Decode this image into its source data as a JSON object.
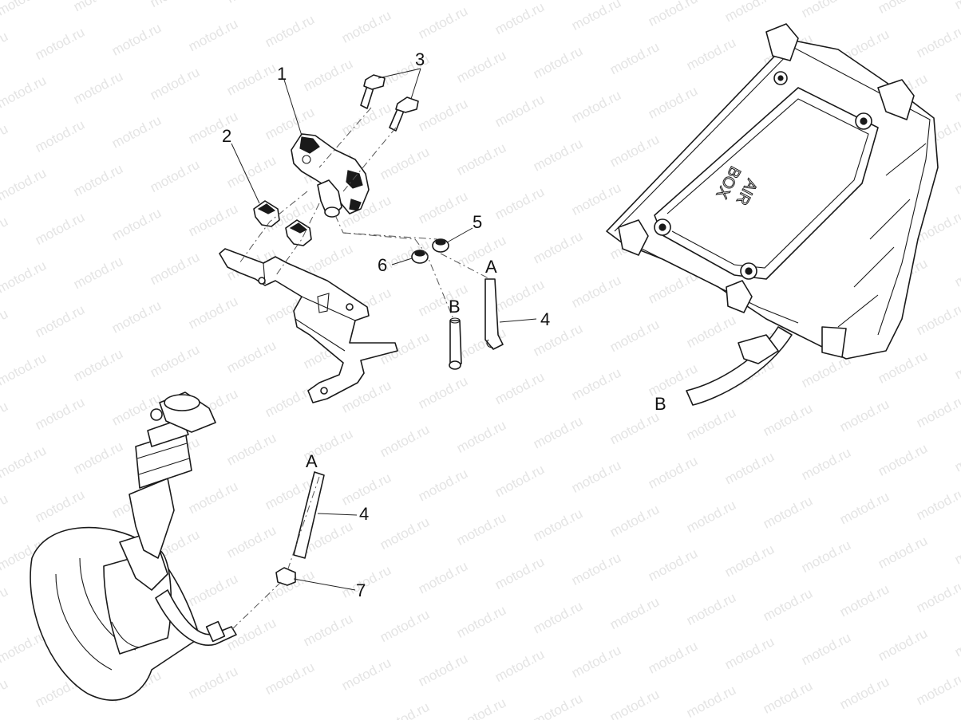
{
  "watermark": "motod.ru",
  "callouts": {
    "c1": "1",
    "c2": "2",
    "c3": "3",
    "c4a": "4",
    "c4b": "4",
    "c5": "5",
    "c6": "6",
    "c7": "7"
  },
  "connectors": {
    "a_upper": "A",
    "a_lower": "A",
    "b_upper": "B",
    "b_airbox": "B"
  },
  "airbox_emboss": {
    "line1": "AIR",
    "line2": "BOX"
  }
}
